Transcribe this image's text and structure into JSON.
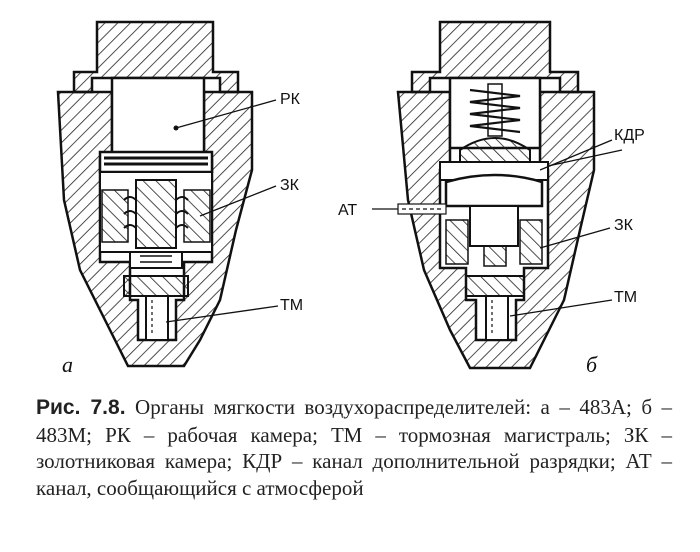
{
  "figure": {
    "panel_a": {
      "sublabel": "а",
      "labels": [
        "РК",
        "ЗК",
        "ТМ"
      ]
    },
    "panel_b": {
      "sublabel": "б",
      "labels": [
        "КДР",
        "АТ",
        "ЗК",
        "ТМ"
      ]
    }
  },
  "caption": {
    "prefix": "Рис. 7.8.",
    "text": "Органы мягкости воздухораспределителей: а – 483А; б – 483М; РК – рабочая камера; ТМ – тормозная магистраль; ЗК – золотниковая камера; КДР – канал дополнительной разрядки; АТ – канал, сообщающийся с атмосферой"
  }
}
